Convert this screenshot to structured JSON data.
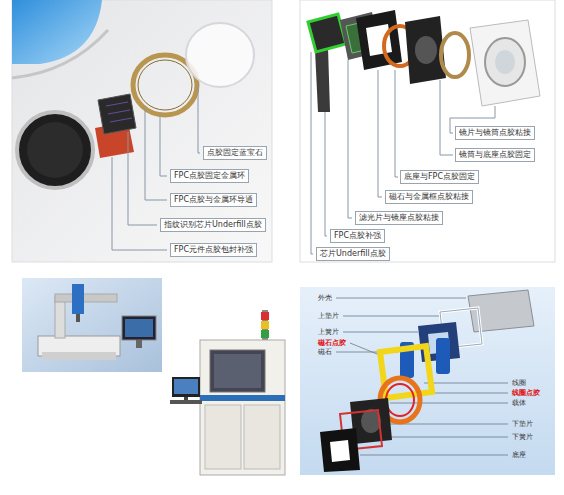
{
  "diagram": {
    "labels": [
      "点胶固定蓝宝石",
      "FPC点胶固定金属环",
      "FPC点胶与金属环导通",
      "指纹识别芯片Underfill点胶",
      "FPC元件点胶包封补强",
      "镜片与镜筒点胶粘接",
      "镜筒与底座点胶固定",
      "底座与FPC点胶固定",
      "磁石与金属框点胶粘接",
      "滤光片与镜座点胶粘接",
      "FPC点胶补强",
      "芯片Underfill点胶",
      "外壳",
      "上垫片",
      "上簧片",
      "磁石点胶",
      "磁石",
      "线圈",
      "线圈点胶",
      "载体",
      "下垫片",
      "下簧片",
      "底座"
    ]
  }
}
